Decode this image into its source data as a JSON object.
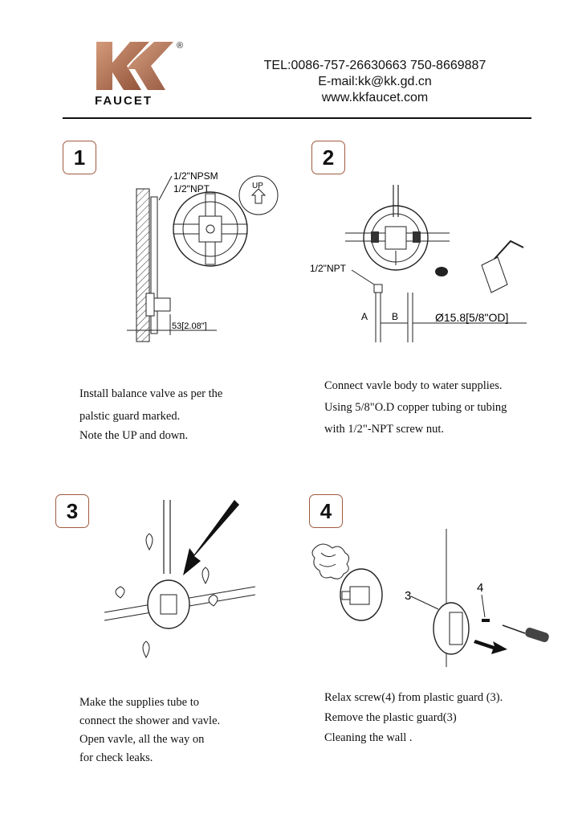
{
  "header": {
    "logo_text": "FAUCET",
    "logo_mark": "KK",
    "registered_symbol": "®",
    "brand_color": "#b06f52",
    "tel": "TEL:0086-757-26630663 750-8669887",
    "email": "E-mail:kk@kk.gd.cn",
    "website": "www.kkfaucet.com"
  },
  "steps": [
    {
      "number": "1",
      "labels": {
        "npsm": "1/2\"NPSM",
        "npt": "1/2\"NPT",
        "up": "UP",
        "dimension": "53[2.08\"]"
      },
      "lines": [
        "Install balance valve as per the",
        "palstic guard marked.",
        "Note the UP and down."
      ]
    },
    {
      "number": "2",
      "labels": {
        "npt": "1/2\"NPT",
        "a": "A",
        "b": "B",
        "diameter": "Ø15.8[5/8\"OD]"
      },
      "lines": [
        "Connect vavle body to water supplies.",
        "Using 5/8\"O.D copper tubing or tubing",
        "with 1/2\"-NPT screw nut."
      ]
    },
    {
      "number": "3",
      "lines": [
        "Make the supplies tube to",
        "connect the shower and vavle.",
        "Open vavle, all the way on",
        "for check leaks."
      ]
    },
    {
      "number": "4",
      "labels": {
        "guard": "3",
        "screw": "4"
      },
      "lines": [
        "Relax screw(4) from plastic guard (3).",
        "Remove the plastic guard(3)",
        "Cleaning the wall ."
      ]
    }
  ]
}
